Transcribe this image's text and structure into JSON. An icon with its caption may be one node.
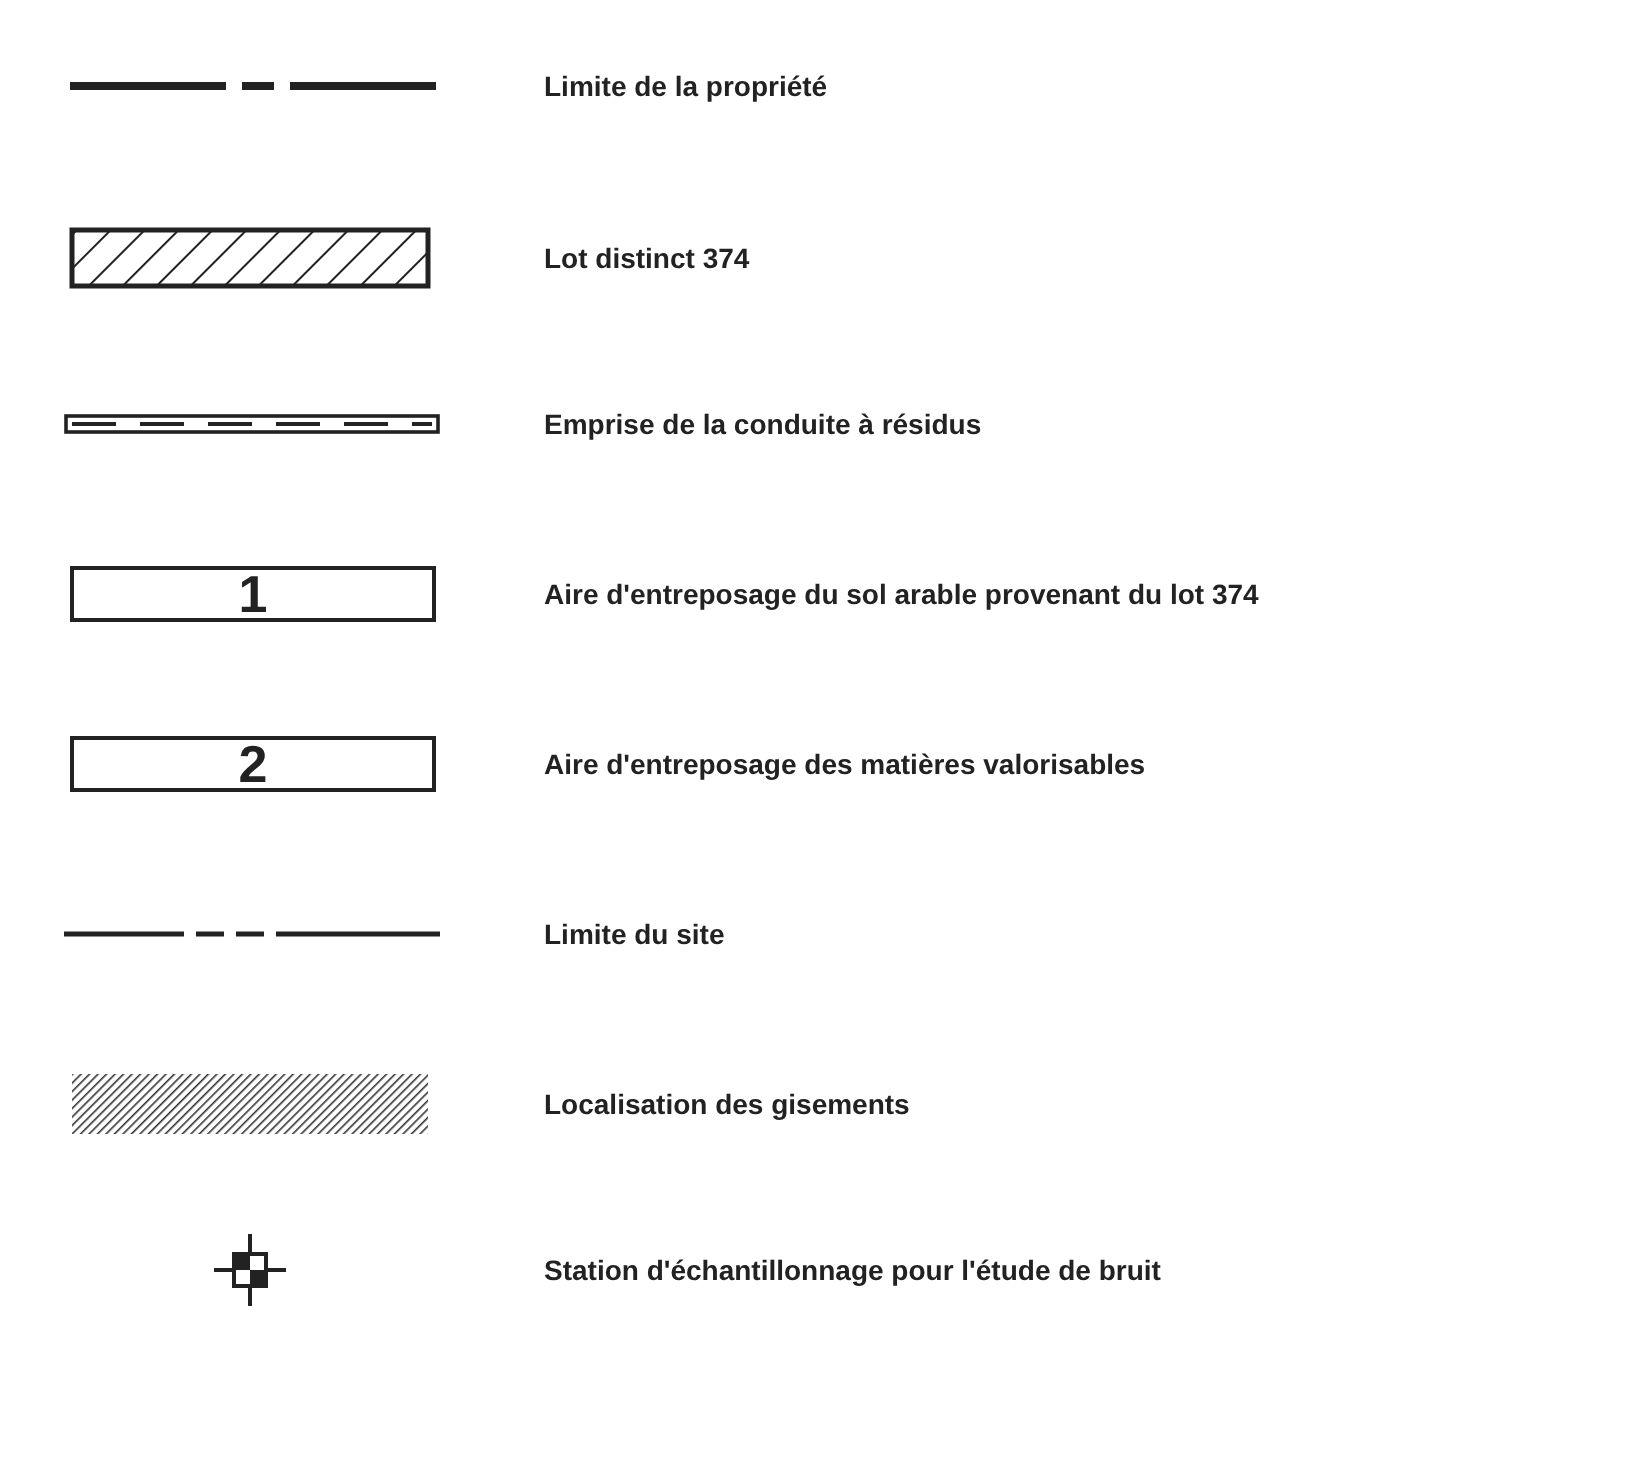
{
  "diagram": {
    "nodes": [
      {
        "text": [
          "1"
        ]
      },
      {
        "text": [
          "2"
        ]
      }
    ],
    "legend": [
      {
        "text": "Limite de la propriété"
      },
      {
        "text": "Lot distinct 374"
      },
      {
        "text": "Emprise de la conduite à résidus"
      },
      {
        "text": "Aire d'entreposage du sol arable provenant du lot 374"
      },
      {
        "text": "Aire d'entreposage des matières valorisables"
      },
      {
        "text": "Limite du site"
      },
      {
        "text": "Localisation des gisements"
      },
      {
        "text": "Station d'échantillonnage pour l'étude de bruit"
      }
    ]
  }
}
